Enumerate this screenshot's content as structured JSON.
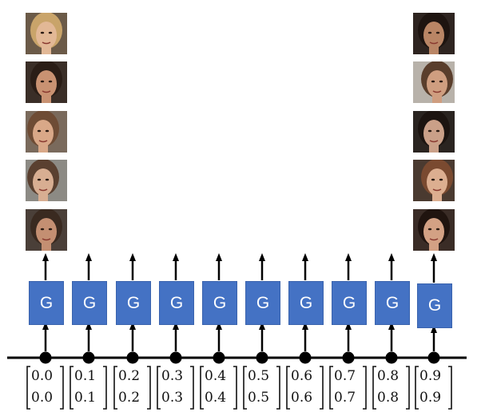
{
  "generator_label": "G",
  "latent_vectors": [
    {
      "top": "0.0",
      "bottom": "0.0"
    },
    {
      "top": "0.1",
      "bottom": "0.1"
    },
    {
      "top": "0.2",
      "bottom": "0.2"
    },
    {
      "top": "0.3",
      "bottom": "0.3"
    },
    {
      "top": "0.4",
      "bottom": "0.4"
    },
    {
      "top": "0.5",
      "bottom": "0.5"
    },
    {
      "top": "0.6",
      "bottom": "0.6"
    },
    {
      "top": "0.7",
      "bottom": "0.7"
    },
    {
      "top": "0.8",
      "bottom": "0.8"
    },
    {
      "top": "0.9",
      "bottom": "0.9"
    }
  ],
  "colors": {
    "generator_fill": "#4472c4",
    "line": "#000000"
  },
  "face_columns": {
    "left": [
      "face-woman-blonde",
      "face-man-dark-hair",
      "face-woman-profile",
      "face-woman-side",
      "face-man-suit"
    ],
    "right": [
      "face-woman-smiling",
      "face-man-side",
      "face-man-front",
      "face-woman-auburn",
      "face-woman-dark-hair-smiling"
    ]
  }
}
